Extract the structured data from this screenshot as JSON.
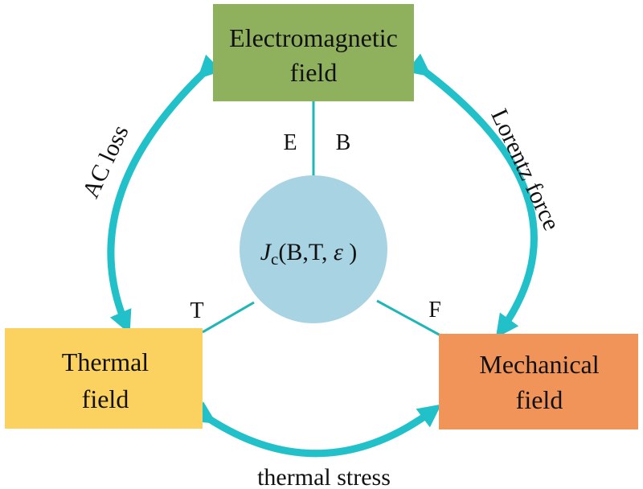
{
  "nodes": {
    "electromagnetic": {
      "line1": "Electromagnetic",
      "line2": "field",
      "color": "#8fb05d"
    },
    "thermal": {
      "line1": "Thermal",
      "line2": "field",
      "color": "#fbd15f"
    },
    "mechanical": {
      "line1": "Mechanical",
      "line2": "field",
      "color": "#f0945a"
    },
    "center": {
      "symbol": "J",
      "subscript": "c",
      "args": "(B,T, ",
      "epsilon": "ε",
      "close": " )",
      "color": "#a7d3e3"
    }
  },
  "links": {
    "em_left": "E",
    "em_right": "B",
    "thermal": "T",
    "mechanical": "F",
    "color": "#1fb6b6"
  },
  "arcs": {
    "left": "AC loss",
    "right": "Lorentz force",
    "bottom": "thermal stress",
    "color": "#22c1c9"
  }
}
